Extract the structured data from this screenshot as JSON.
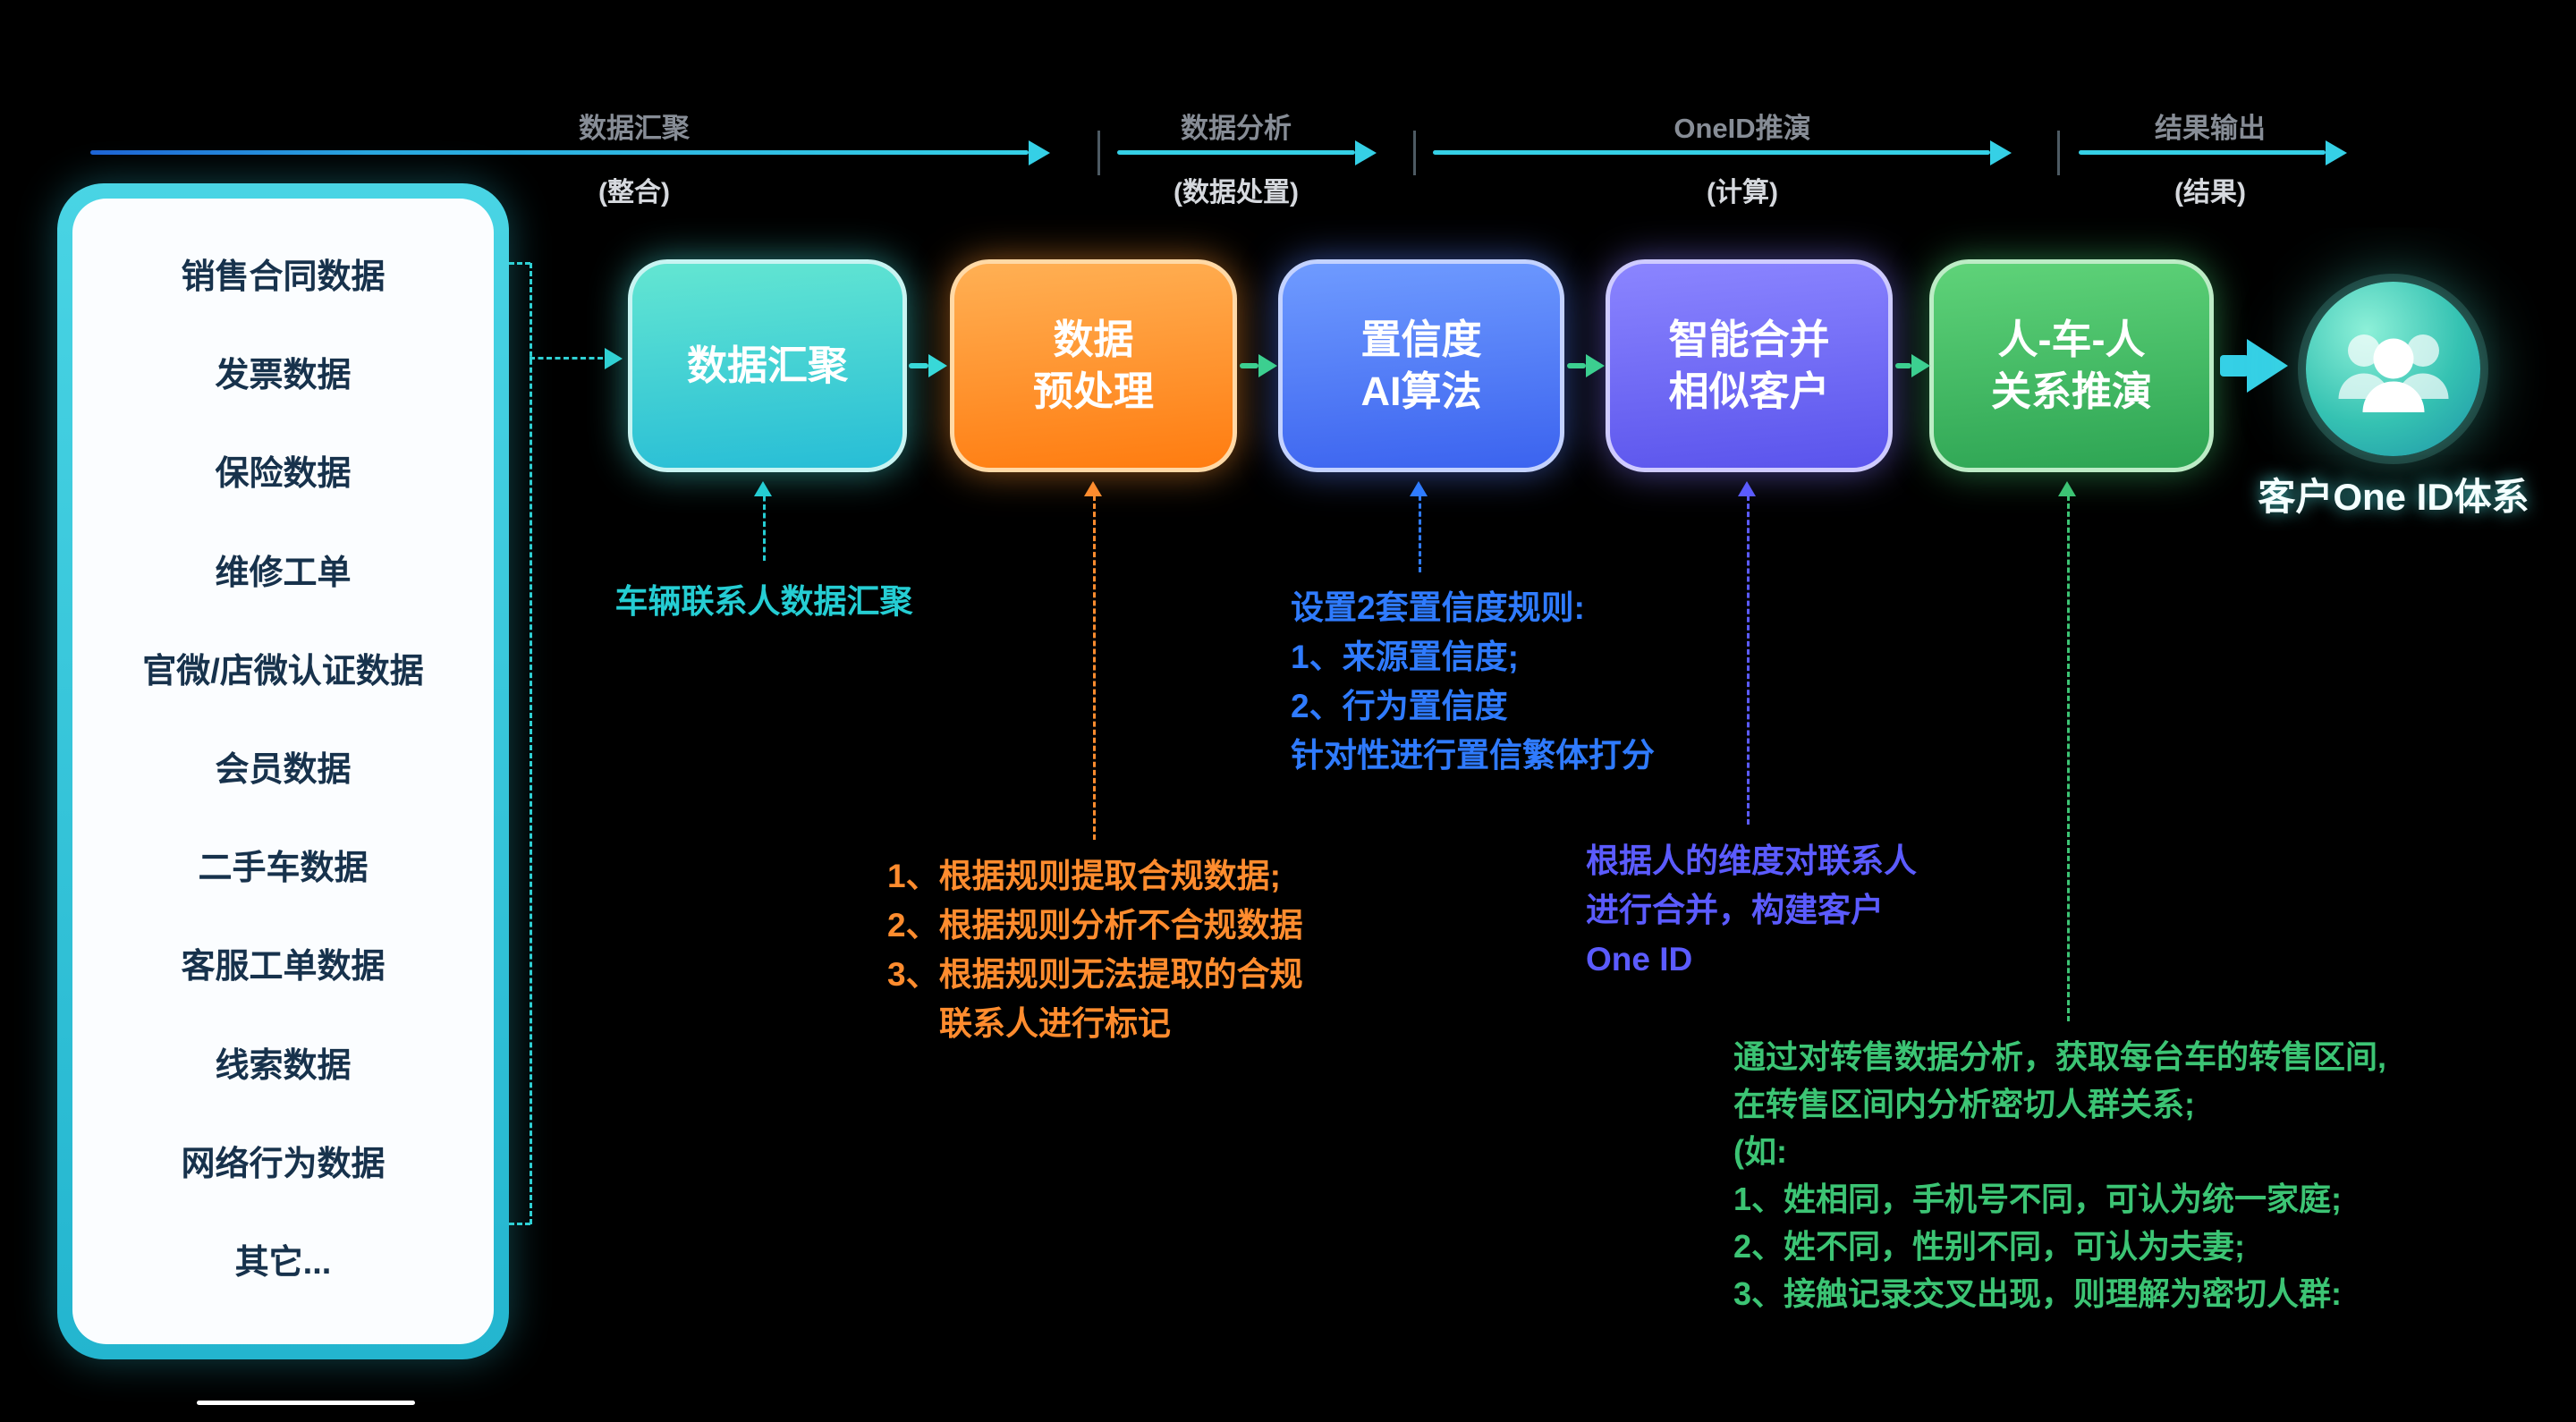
{
  "colors": {
    "accent_cyan": "#35d0e6",
    "step_teal": "#2cc2d8",
    "step_orange": "#ff7d12",
    "step_blue": "#3c66f0",
    "step_purple": "#5a54ec",
    "step_green": "#2da453",
    "note_cyan": "#25cdd3",
    "note_orange": "#ff8c2e",
    "note_blue": "#2f7bff",
    "note_purple": "#5b5bff",
    "note_green": "#3cc474"
  },
  "phases": [
    {
      "label": "数据汇聚",
      "sub": "(整合)"
    },
    {
      "label": "数据分析",
      "sub": "(数据处置)"
    },
    {
      "label": "OneID推演",
      "sub": "(计算)"
    },
    {
      "label": "结果输出",
      "sub": "(结果)"
    }
  ],
  "sources": [
    "销售合同数据",
    "发票数据",
    "保险数据",
    "维修工单",
    "官微/店微认证数据",
    "会员数据",
    "二手车数据",
    "客服工单数据",
    "线索数据",
    "网络行为数据",
    "其它..."
  ],
  "steps": [
    {
      "lines": [
        "数据汇聚"
      ]
    },
    {
      "lines": [
        "数据",
        "预处理"
      ]
    },
    {
      "lines": [
        "置信度",
        "AI算法"
      ]
    },
    {
      "lines": [
        "智能合并",
        "相似客户"
      ]
    },
    {
      "lines": [
        "人-车-人",
        "关系推演"
      ]
    }
  ],
  "result": {
    "label": "客户One ID体系"
  },
  "notes": [
    {
      "lines": [
        "车辆联系人数据汇聚"
      ]
    },
    {
      "lines": [
        "1、根据规则提取合规数据;",
        "2、根据规则分析不合规数据",
        "3、根据规则无法提取的合规",
        "联系人进行标记"
      ]
    },
    {
      "lines": [
        "设置2套置信度规则:",
        "1、来源置信度;",
        "2、行为置信度",
        "针对性进行置信繁体打分"
      ]
    },
    {
      "lines": [
        "根据人的维度对联系人",
        "进行合并，构建客户",
        "One ID"
      ]
    },
    {
      "lines": [
        "通过对转售数据分析，获取每台车的转售区间,",
        "在转售区间内分析密切人群关系;",
        "(如:",
        "1、姓相同，手机号不同，可认为统一家庭;",
        "2、姓不同，性别不同，可认为夫妻;",
        "3、接触记录交叉出现，则理解为密切人群:"
      ]
    }
  ]
}
